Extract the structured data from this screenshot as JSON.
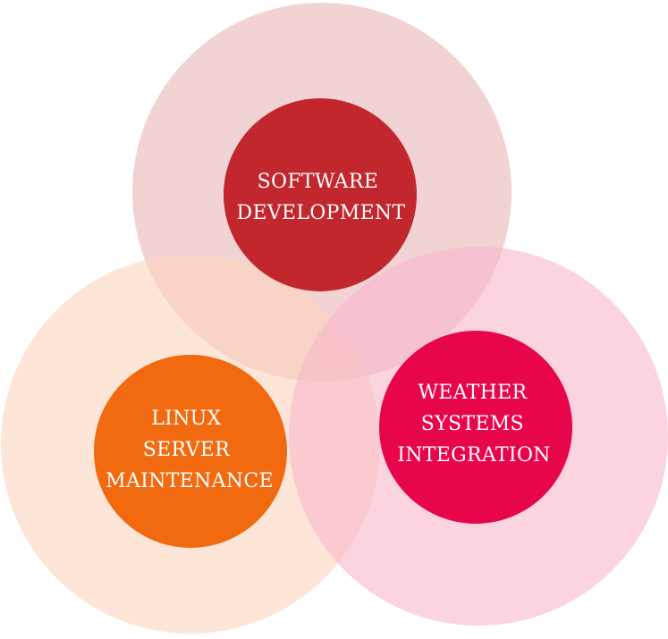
{
  "diagram": {
    "type": "venn",
    "sets": [
      {
        "lines": [
          "SOFTWARE",
          "DEVELOPMENT"
        ],
        "outer_color": "#e9b6b8",
        "inner_color": "#c1272d"
      },
      {
        "lines": [
          "LINUX",
          "SERVER",
          "MAINTENANCE"
        ],
        "outer_color": "#fcd3bd",
        "inner_color": "#f26a10"
      },
      {
        "lines": [
          "WEATHER",
          "SYSTEMS",
          "INTEGRATION"
        ],
        "outer_color": "#f9b8cc",
        "inner_color": "#e8064b"
      }
    ]
  }
}
